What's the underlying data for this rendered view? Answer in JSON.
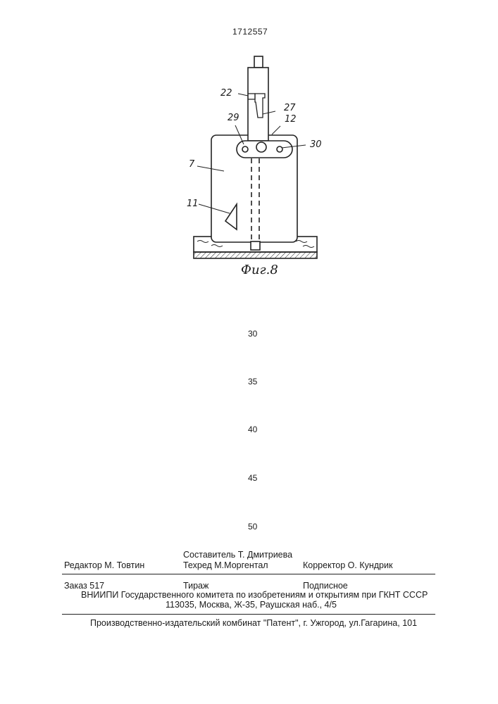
{
  "header": {
    "patent_number": "1712557"
  },
  "figure": {
    "caption": "Фиг.8",
    "callouts": [
      "22",
      "27",
      "29",
      "12",
      "30",
      "7",
      "11"
    ]
  },
  "line_numbers": [
    "30",
    "35",
    "40",
    "45",
    "50"
  ],
  "imprint": {
    "compiler": "Составитель  Т. Дмитриева",
    "editor": "Редактор  М. Товтин",
    "techred": "Техред  М.Моргентал",
    "corrector": "Корректор  О. Кундрик",
    "order": "Заказ  517",
    "circulation": "Тираж",
    "subscription": "Подписное",
    "institute": "ВНИИПИ Государственного комитета по изобретениям и открытиям при ГКНТ СССР",
    "address": "113035, Москва, Ж-35, Раушская наб., 4/5",
    "publisher": "Производственно-издательский комбинат \"Патент\", г. Ужгород, ул.Гагарина, 101"
  }
}
